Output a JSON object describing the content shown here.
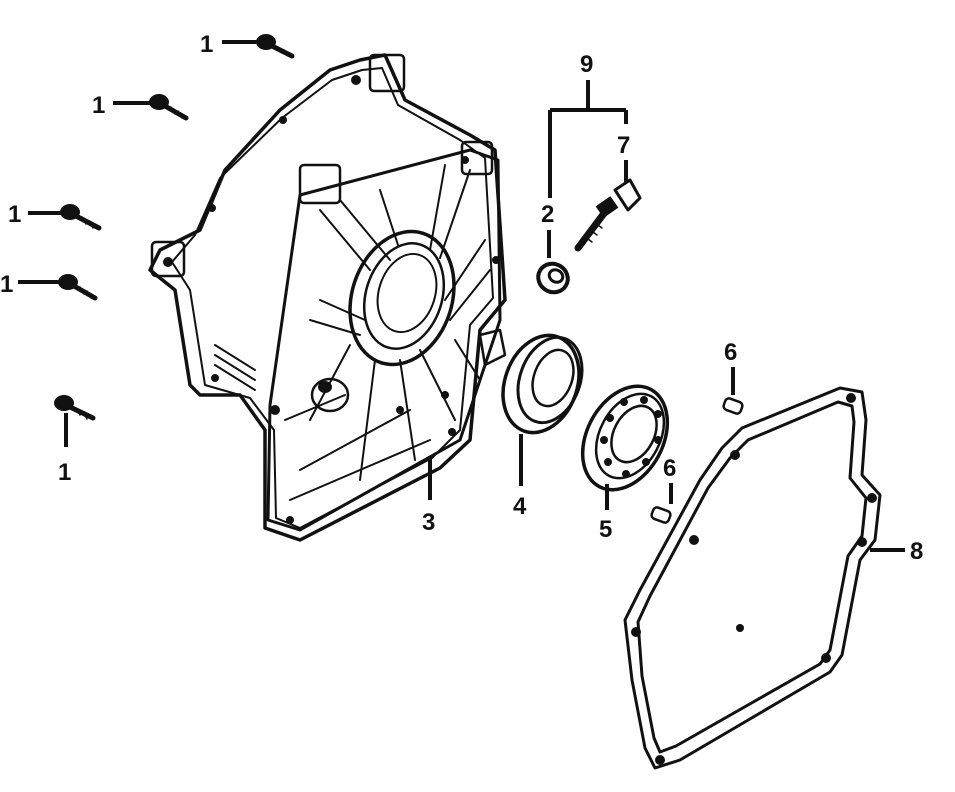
{
  "callouts": {
    "bolt_1a": "1",
    "bolt_1b": "1",
    "bolt_1c": "1",
    "bolt_1d": "1",
    "bolt_1e": "1",
    "oil_seal_2": "2",
    "case_cover_3": "3",
    "oil_seal_4": "4",
    "bearing_5": "5",
    "dowel_6a": "6",
    "dowel_6b": "6",
    "bolt_7": "7",
    "gasket_8": "8",
    "assembly_9": "9"
  }
}
